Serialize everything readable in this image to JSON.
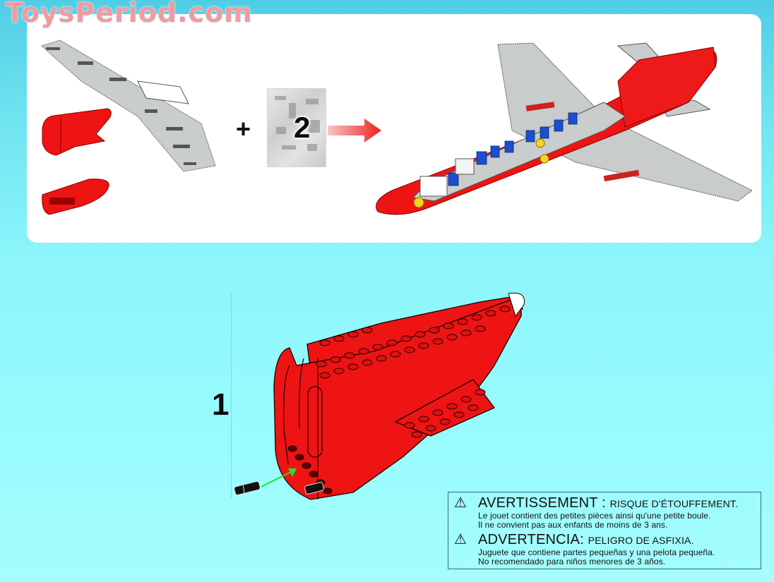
{
  "watermark": "ToysPeriod.com",
  "top_panel": {
    "plus_sign": "+",
    "bag_number": "2",
    "parts": [
      "grey-wing-plate",
      "red-tail-section",
      "red-nose-cone"
    ],
    "result": "assembled-airplane"
  },
  "step": {
    "number": "1",
    "parts": [
      "red-tail-section",
      "black-technic-pin",
      "black-technic-pin"
    ]
  },
  "warning": {
    "fr": {
      "icon": "⚠",
      "title": "AVERTISSEMENT :",
      "subtitle": "RISQUE D'ÉTOUFFEMENT.",
      "line1": "Le jouet contient des petites pièces ainsi qu'une petite boule.",
      "line2": "Il ne convient pas aux enfants de moins de 3 ans."
    },
    "es": {
      "icon": "⚠",
      "title": "ADVERTENCIA:",
      "subtitle": "PELIGRO DE ASFIXIA.",
      "line1": "Juguete que contiene partes pequeñas y una pelota pequeña.",
      "line2": "No recomendado para niños menores de 3 años."
    }
  },
  "colors": {
    "brick_red": "#ee1111",
    "plate_grey": "#c8ccca",
    "seat_blue": "#1a4fd0",
    "arrow_red": "#f03030",
    "arrow_green": "#22e032",
    "watermark_pink": "#f49a9e"
  }
}
